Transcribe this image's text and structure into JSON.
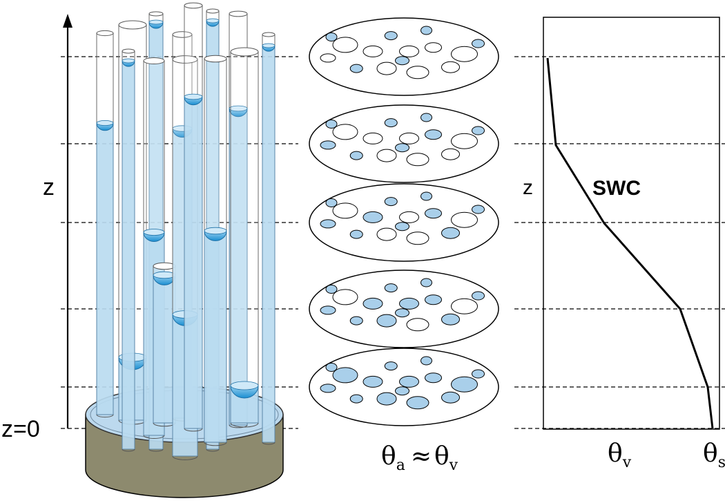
{
  "axis": {
    "z_label": "z",
    "origin_label": "z=0",
    "z_label_right": "z"
  },
  "middle": {
    "theta_symbol": "θ",
    "sub_a": "a",
    "approx": "≈",
    "sub_v": "v"
  },
  "chart": {
    "curve_label": "SWC",
    "theta_symbol": "θ",
    "tick_left_sub": "v",
    "tick_right_sub": "s"
  },
  "colors": {
    "water": "#5aa9dc",
    "water_light": "#b8daf0",
    "pore_fill": "#a9cfea",
    "soil": "#8d8a6e",
    "line": "#000000"
  },
  "icons": [
    "capillary-tube-icon",
    "water-reservoir-icon",
    "pore-cross-section-icon"
  ]
}
